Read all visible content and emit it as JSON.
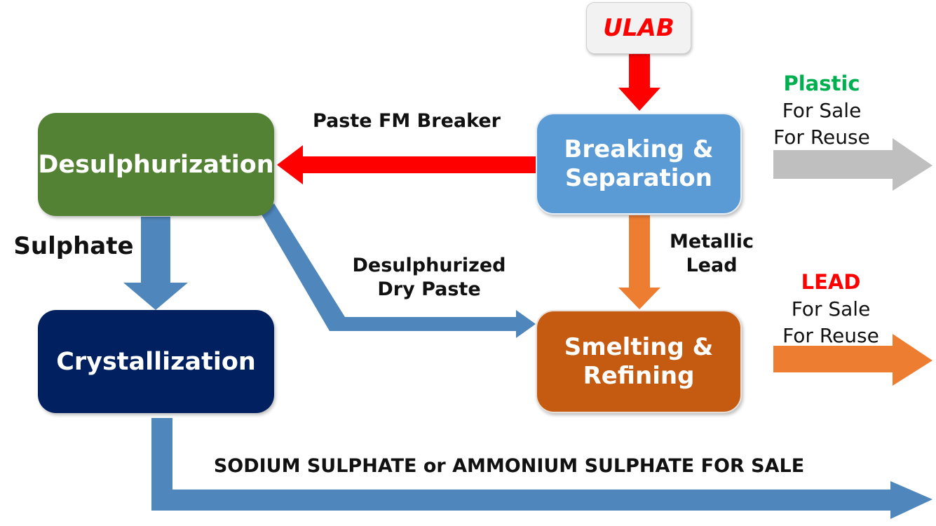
{
  "colors": {
    "desulphurization": "#548235",
    "crystallization": "#002060",
    "breaking": "#5b9bd5",
    "smelting": "#c55a11",
    "ulab_bg": "#f2f2f2",
    "ulab_text": "#ff0000",
    "red_arrow": "#ff0000",
    "blue_arrow": "#4f87bc",
    "orange_arrow": "#ed7d31",
    "gray_arrow": "#bfbfbf",
    "plastic_head": "#00b050",
    "lead_head": "#ff0000"
  },
  "nodes": {
    "ulab": "ULAB",
    "breaking": "Breaking &\nSeparation",
    "desulphurization": "Desulphurization",
    "crystallization": "Crystallization",
    "smelting": "Smelting &\nRefining"
  },
  "edges": {
    "paste": "Paste FM Breaker",
    "sulphate": "Sulphate",
    "dry_paste": "Desulphurized\nDry Paste",
    "metallic_lead": "Metallic\nLead",
    "sodium": "SODIUM SULPHATE or AMMONIUM SULPHATE FOR SALE"
  },
  "outputs": {
    "plastic": {
      "head": "Plastic",
      "line1": "For Sale",
      "line2": "For Reuse"
    },
    "lead": {
      "head": "LEAD",
      "line1": "For Sale",
      "line2": "For Reuse"
    }
  }
}
